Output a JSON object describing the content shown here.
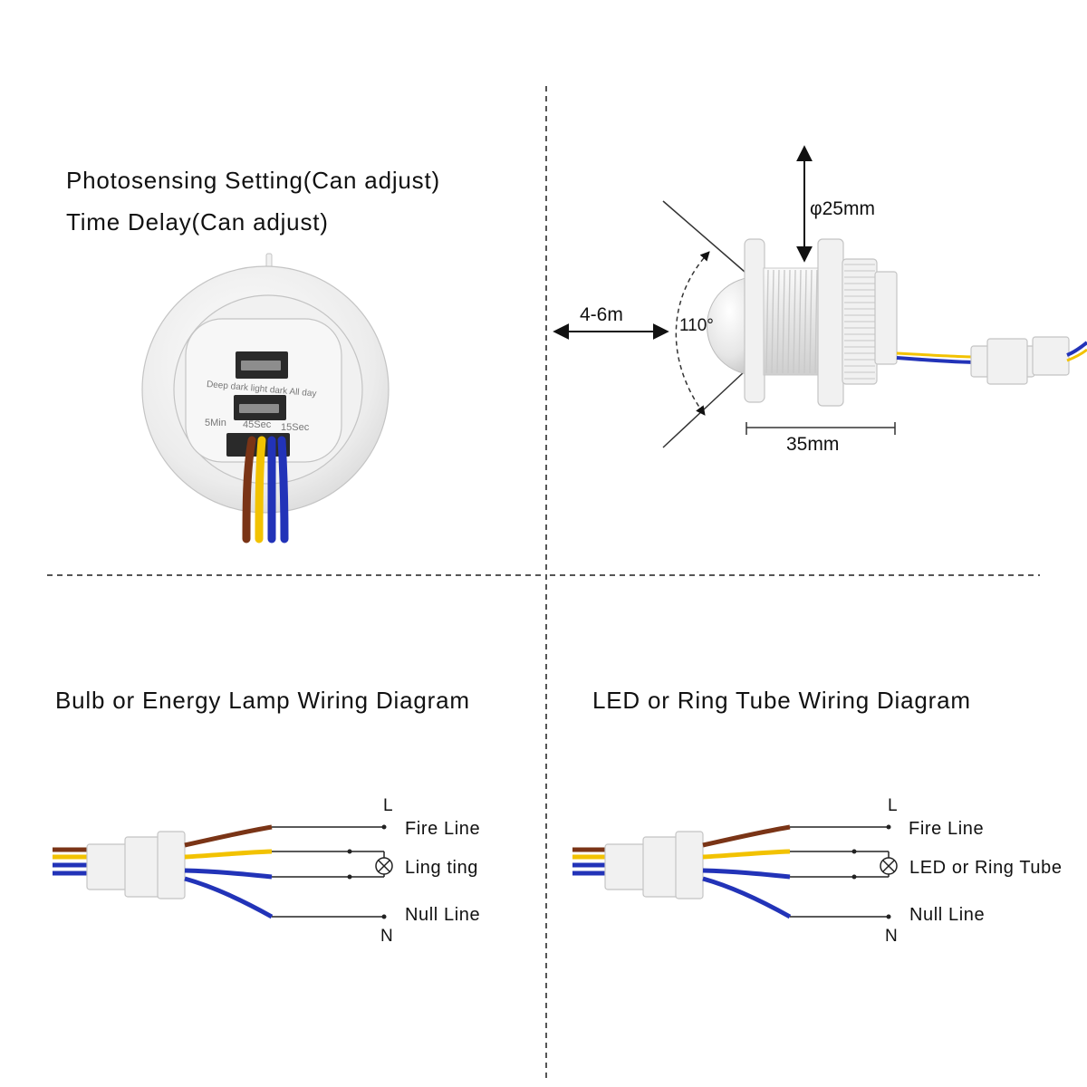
{
  "top_left": {
    "heading_1": "Photosensing Setting(Can adjust)",
    "heading_2": "Time Delay(Can adjust)",
    "sensor_back": {
      "light_scale": "Deep dark light dark All day",
      "time_min": "5Min",
      "time_mid": "45Sec",
      "time_max": "15Sec"
    }
  },
  "top_right": {
    "diameter": "φ25mm",
    "range": "4-6m",
    "angle": "110°",
    "length": "35mm"
  },
  "bottom_left": {
    "title": "Bulb or Energy Lamp Wiring Diagram",
    "terminal_top": "L",
    "terminal_bottom": "N",
    "fire_line": "Fire Line",
    "load": "Ling ting",
    "null_line": "Null Line"
  },
  "bottom_right": {
    "title": "LED or Ring Tube Wiring Diagram",
    "terminal_top": "L",
    "terminal_bottom": "N",
    "fire_line": "Fire Line",
    "load": "LED or Ring Tube",
    "null_line": "Null Line"
  },
  "colors": {
    "brown_wire": "#7a3416",
    "yellow_wire": "#f2c200",
    "blue_wire": "#2233b8",
    "plastic": "#f1f1f1",
    "divider": "#555555"
  }
}
